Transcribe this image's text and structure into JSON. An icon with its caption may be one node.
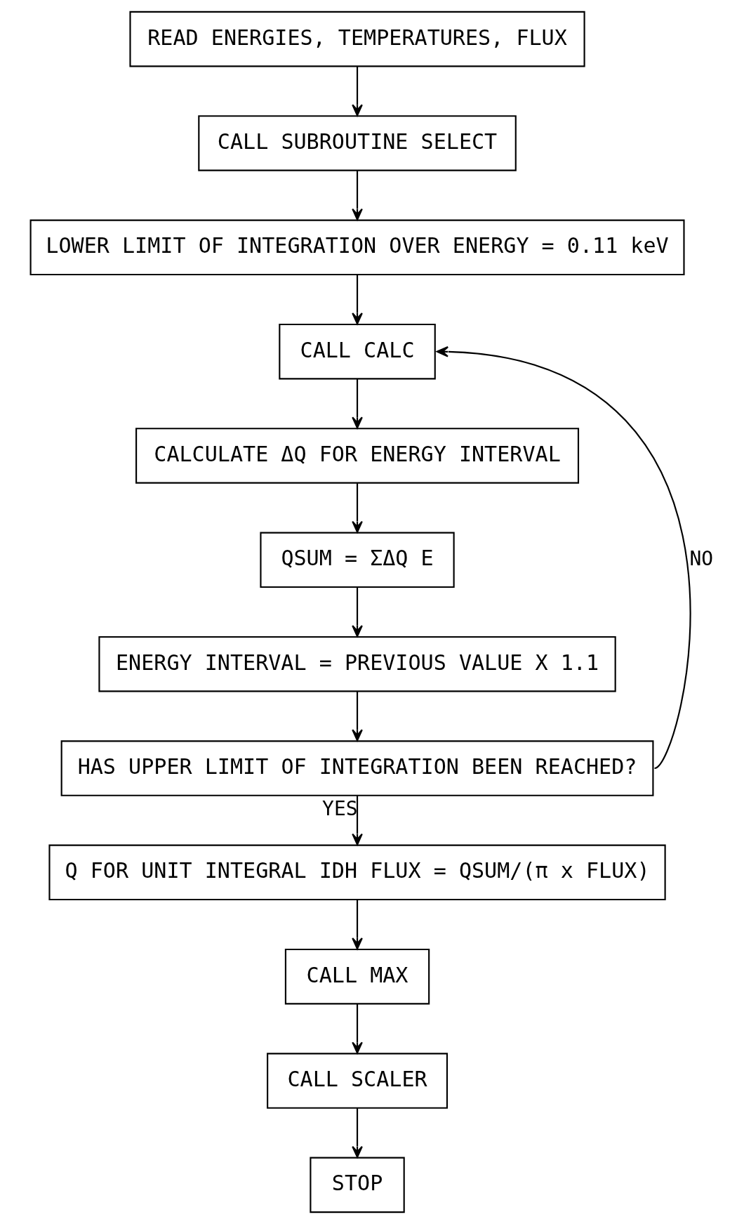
{
  "diagram": {
    "nodes": [
      {
        "text": [
          "READ ENERGIES, TEMPERATURES, FLUX"
        ]
      },
      {
        "text": [
          "CALL SUBROUTINE SELECT"
        ]
      },
      {
        "text": [
          "LOWER LIMIT OF INTEGRATION OVER ENERGY = 0.11 keV"
        ]
      },
      {
        "text": [
          "CALL CALC"
        ]
      },
      {
        "text": [
          "CALCULATE ΔQ FOR ENERGY INTERVAL"
        ]
      },
      {
        "text": [
          "QSUM = ΣΔQ E"
        ]
      },
      {
        "text": [
          "ENERGY INTERVAL = PREVIOUS VALUE X 1.1"
        ]
      },
      {
        "text": [
          "HAS UPPER LIMIT OF INTEGRATION BEEN REACHED?"
        ]
      },
      {
        "text": [
          "Q FOR UNIT INTEGRAL IDH FLUX = QSUM/(π x FLUX)"
        ]
      },
      {
        "text": [
          "CALL MAX"
        ]
      },
      {
        "text": [
          "CALL SCALER"
        ]
      },
      {
        "text": [
          "STOP"
        ]
      }
    ],
    "edges": [
      {
        "from": 0,
        "to": 1,
        "arrow": "to"
      },
      {
        "from": 1,
        "to": 2,
        "arrow": "to"
      },
      {
        "from": 2,
        "to": 3,
        "arrow": "to"
      },
      {
        "from": 3,
        "to": 4,
        "arrow": "to"
      },
      {
        "from": 4,
        "to": 5,
        "arrow": "to"
      },
      {
        "from": 5,
        "to": 6,
        "arrow": "to"
      },
      {
        "from": 6,
        "to": 7,
        "arrow": "to"
      },
      {
        "from": 7,
        "to": 3,
        "arrow": "to",
        "label": "NO"
      },
      {
        "from": 7,
        "to": 8,
        "arrow": "to",
        "label": "YES"
      },
      {
        "from": 8,
        "to": 9,
        "arrow": "to"
      },
      {
        "from": 9,
        "to": 10,
        "arrow": "to"
      },
      {
        "from": 10,
        "to": 11,
        "arrow": "to"
      }
    ]
  }
}
